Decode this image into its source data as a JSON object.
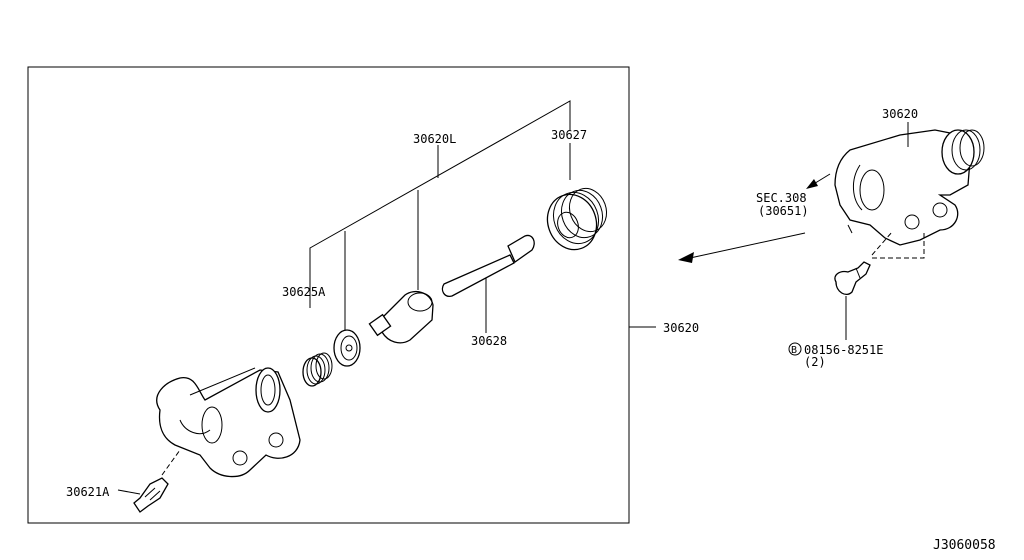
{
  "labels": {
    "callout_30627": "30627",
    "callout_30620L": "30620L",
    "callout_30625A": "30625A",
    "callout_30628": "30628",
    "callout_30620_box": "30620",
    "callout_30620_assy": "30620",
    "callout_30621A": "30621A",
    "sec_ref_line1": "SEC.308",
    "sec_ref_line2": "(30651)",
    "bolt_marker": "B",
    "bolt_part": "08156-8251E",
    "bolt_qty": "(2)",
    "diagram_code": "J3060058"
  }
}
